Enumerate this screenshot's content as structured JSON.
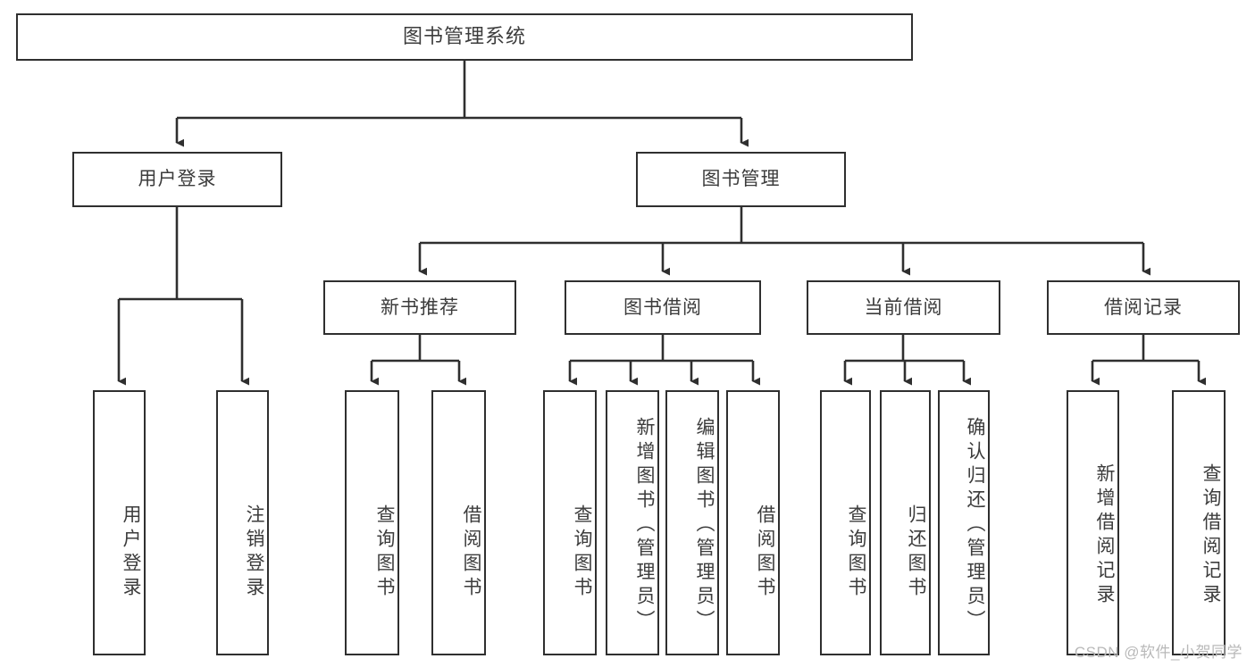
{
  "diagram": {
    "type": "tree-hierarchy",
    "title": "图书管理系统",
    "watermark": "CSDN @软件_小贺同学",
    "colors": {
      "stroke": "#2f2f2f",
      "text": "#3c3c3c",
      "background": "#ffffff",
      "watermark": "#b9b9b9"
    },
    "nodes": {
      "root": {
        "label": "图书管理系统"
      },
      "level2": [
        {
          "id": "user-login",
          "label": "用户登录"
        },
        {
          "id": "book-manage",
          "label": "图书管理"
        }
      ],
      "level3": [
        {
          "id": "new-book-recommend",
          "label": "新书推荐"
        },
        {
          "id": "book-borrow",
          "label": "图书借阅"
        },
        {
          "id": "current-borrow",
          "label": "当前借阅"
        },
        {
          "id": "borrow-record",
          "label": "借阅记录"
        }
      ],
      "leaves": {
        "user-login": [
          {
            "id": "leaf-user-login",
            "label": "用户登录"
          },
          {
            "id": "leaf-logout-login",
            "label": "注销登录"
          }
        ],
        "new-book-recommend": [
          {
            "id": "leaf-query-book-1",
            "label": "查询图书"
          },
          {
            "id": "leaf-borrow-book-1",
            "label": "借阅图书"
          }
        ],
        "book-borrow": [
          {
            "id": "leaf-query-book-2",
            "label": "查询图书"
          },
          {
            "id": "leaf-add-book",
            "label": "新增图书（管理员）"
          },
          {
            "id": "leaf-edit-book",
            "label": "编辑图书（管理员）"
          },
          {
            "id": "leaf-borrow-book-2",
            "label": "借阅图书"
          }
        ],
        "current-borrow": [
          {
            "id": "leaf-query-book-3",
            "label": "查询图书"
          },
          {
            "id": "leaf-return-book",
            "label": "归还图书"
          },
          {
            "id": "leaf-confirm-return",
            "label": "确认归还（管理员）"
          }
        ],
        "borrow-record": [
          {
            "id": "leaf-add-record",
            "label": "新增借阅记录"
          },
          {
            "id": "leaf-query-record",
            "label": "查询借阅记录"
          }
        ]
      }
    }
  }
}
